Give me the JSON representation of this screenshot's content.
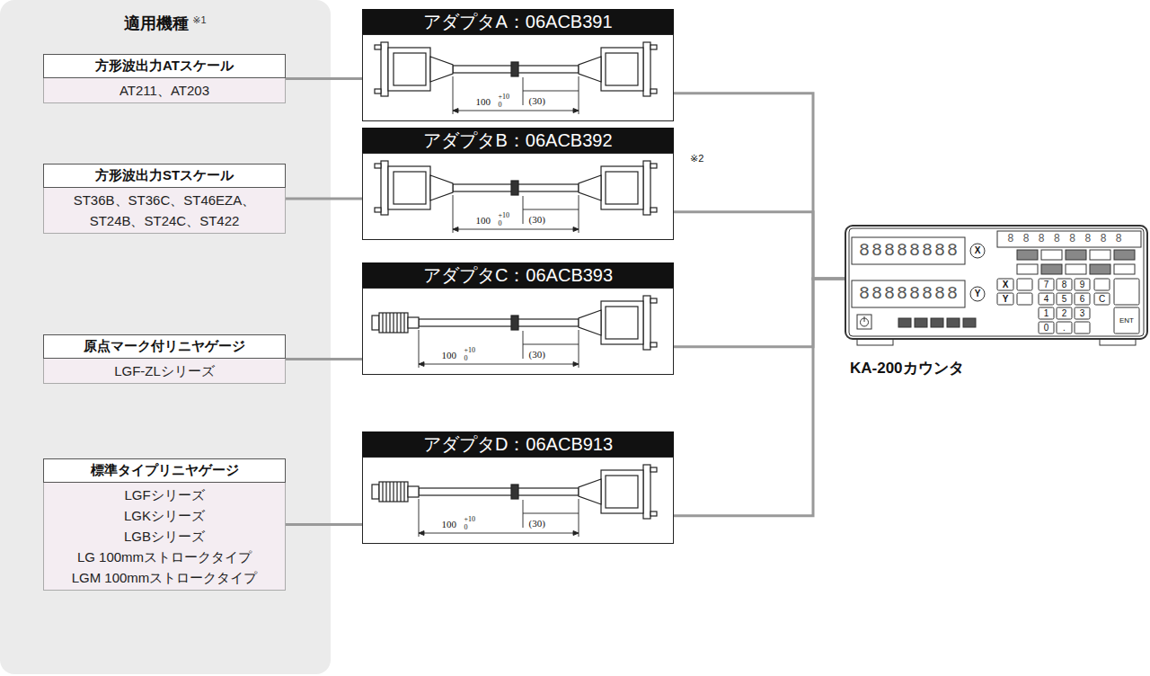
{
  "diagram": {
    "nodes": [
      {
        "text": [
          "適用機種",
          "※1"
        ]
      },
      {
        "text": [
          "方形波出力ATスケール",
          "AT211、AT203"
        ],
        "in": 0
      },
      {
        "text": [
          "方形波出力STスケール",
          "ST36B、ST36C、ST46EZA、 ST24B、ST24C、ST422"
        ],
        "in": 0
      },
      {
        "text": [
          "原点マーク付リニヤゲージ",
          "LGF-ZLシリーズ"
        ],
        "in": 0
      },
      {
        "text": [
          "標準タイプリニヤゲージ",
          "LGFシリーズ",
          "LGKシリーズ",
          "LGBシリーズ",
          "LG 100mmストロークタイプ",
          "LGM 100mmストロークタイプ"
        ],
        "in": 0
      },
      {
        "text": [
          "アダプタA：06ACB391"
        ]
      },
      {
        "text": [
          "アダプタB：06ACB392"
        ]
      },
      {
        "text": [
          "アダプタC：06ACB393"
        ]
      },
      {
        "text": [
          "アダプタD：06ACB913"
        ]
      },
      {
        "text": [
          "KA-200カウンタ"
        ]
      }
    ],
    "edges": [
      {
        "from": 1,
        "to": 5,
        "arrow": "none"
      },
      {
        "from": 2,
        "to": 6,
        "arrow": "none"
      },
      {
        "from": 3,
        "to": 7,
        "arrow": "none"
      },
      {
        "from": 4,
        "to": 8,
        "arrow": "none"
      },
      {
        "from": 5,
        "to": 9,
        "arrow": "none"
      },
      {
        "from": 6,
        "to": 9,
        "arrow": "none"
      },
      {
        "from": 7,
        "to": 9,
        "arrow": "none"
      },
      {
        "from": 8,
        "to": 9,
        "arrow": "none"
      }
    ],
    "labels": [
      "※2",
      "100",
      "+10",
      "0",
      "(30)",
      "100",
      "+10",
      "0",
      "(30)",
      "100",
      "+10",
      "0",
      "(30)",
      "100",
      "+10",
      "0",
      "(30)",
      "88888888",
      "88888888",
      "88888888",
      "X",
      "Y",
      "X",
      "Y",
      "7",
      "8",
      "9",
      "4",
      "5",
      "6",
      "1",
      "2",
      "3",
      "0",
      ".",
      "C",
      "ENT"
    ]
  }
}
